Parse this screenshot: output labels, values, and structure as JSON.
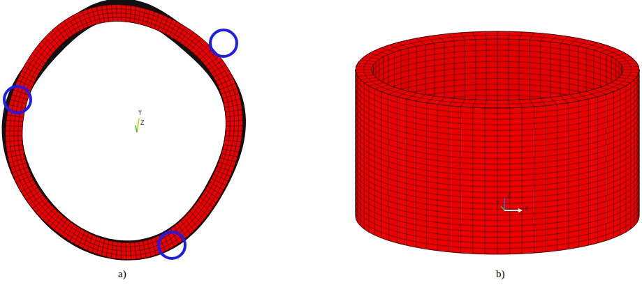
{
  "diagram": {
    "labels": [
      "a)",
      "b)",
      "Y",
      "Z",
      "Z",
      "Y",
      "X"
    ]
  }
}
